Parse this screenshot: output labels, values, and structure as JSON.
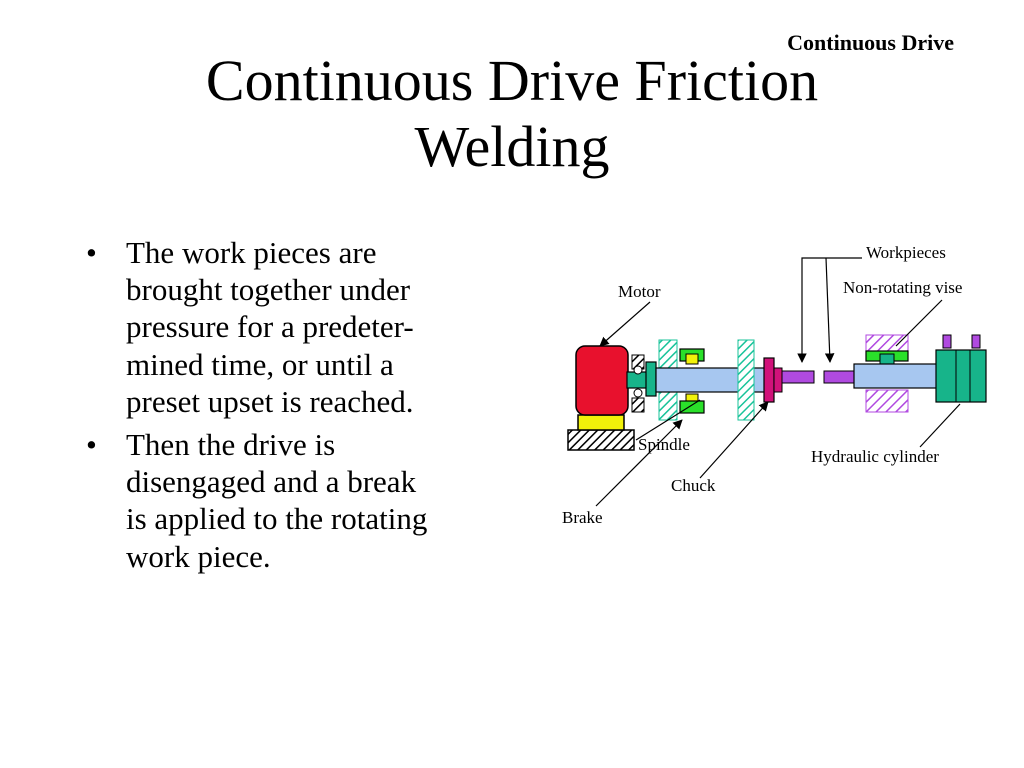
{
  "header": {
    "corner_label": "Continuous Drive"
  },
  "title": {
    "lines": [
      "Continuous Drive Friction",
      "Welding"
    ]
  },
  "bullets": [
    {
      "lines": [
        "The work pieces are",
        "brought together under",
        "pressure for a predeter-",
        "mined time, or  until a",
        "preset upset is reached."
      ]
    },
    {
      "lines": [
        "Then the drive is",
        "disengaged and a break",
        "is applied to the rotating",
        "work piece."
      ]
    }
  ],
  "diagram": {
    "labels": {
      "workpieces": "Workpieces",
      "non_rotating_vise": "Non-rotating vise",
      "motor": "Motor",
      "spindle": "Spindle",
      "hydraulic_cylinder": "Hydraulic cylinder",
      "chuck": "Chuck",
      "brake": "Brake"
    },
    "colors": {
      "motor": "#e8112d",
      "motor_base": "#f2f20a",
      "spindle_shaft": "#a7c7f0",
      "coupling": "#17b48a",
      "brake_disc": "#18c39a",
      "bearing_block": "#2ae02a",
      "bearing_pad": "#f2f20a",
      "chuck": "#d1127a",
      "workpiece": "#b04ae0",
      "vise_hatch": "#b04ae0",
      "hydraulic_cylinder": "#17b48a"
    }
  }
}
